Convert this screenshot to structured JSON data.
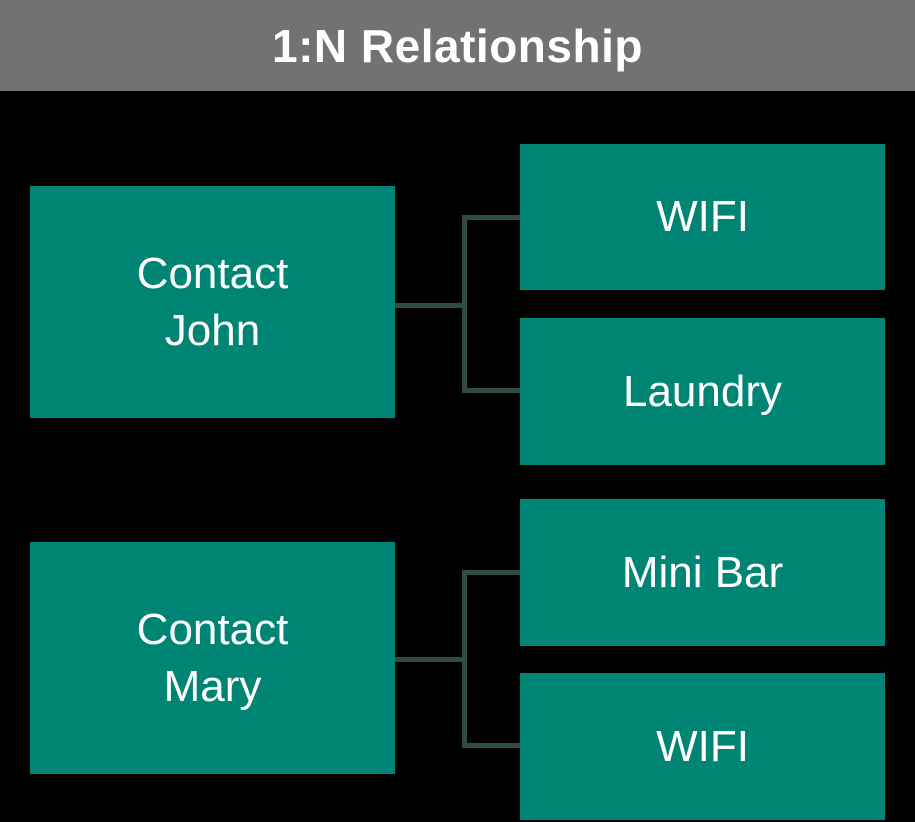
{
  "colors": {
    "canvas-bg": "#000000",
    "header-bg": "#727272",
    "title-color": "#ffffff",
    "node-bg": "#008575",
    "node-text": "#ffffff",
    "connector": "#2e4c44"
  },
  "header": {
    "title": "1:N Relationship"
  },
  "diagram": {
    "groups": [
      {
        "parent": {
          "label": "Contact\nJohn"
        },
        "children": [
          {
            "label": "WIFI"
          },
          {
            "label": "Laundry"
          }
        ]
      },
      {
        "parent": {
          "label": "Contact\nMary"
        },
        "children": [
          {
            "label": "Mini Bar"
          },
          {
            "label": "WIFI"
          }
        ]
      }
    ]
  }
}
